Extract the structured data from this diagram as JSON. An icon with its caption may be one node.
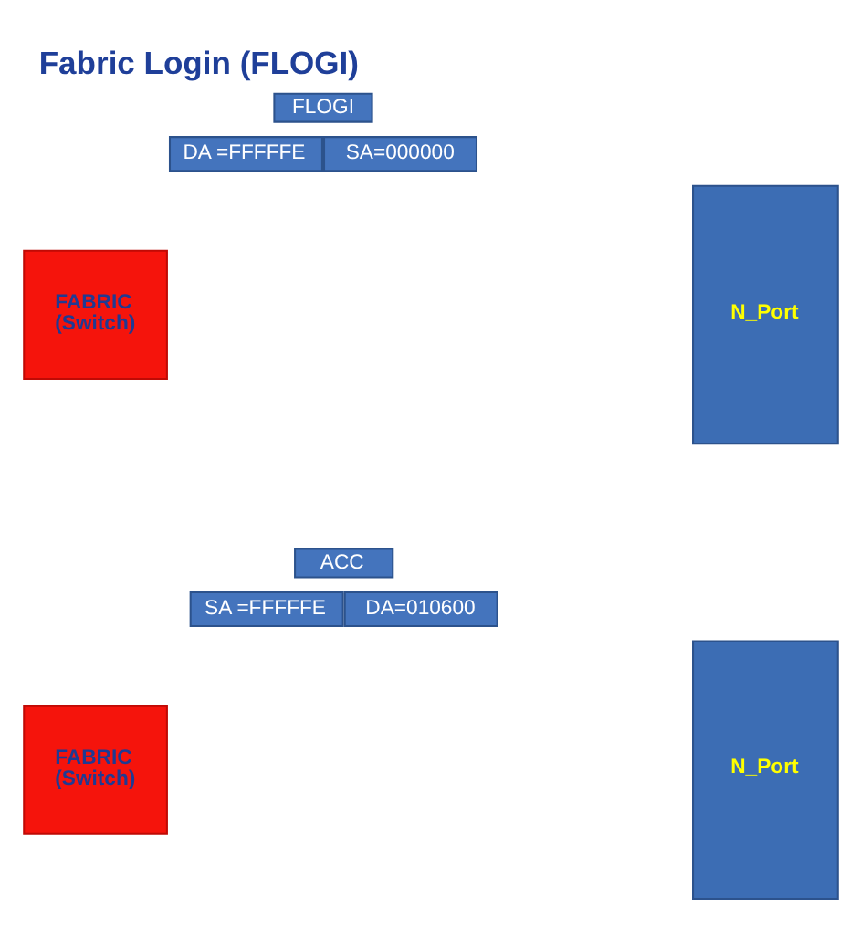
{
  "diagram": {
    "title": "Fabric Login (FLOGI)",
    "nodes": [
      {
        "text": [
          "FLOGI"
        ]
      },
      {
        "text": [
          "DA =FFFFFE"
        ]
      },
      {
        "text": [
          "SA=000000"
        ]
      },
      {
        "text": [
          "FABRIC (Switch)"
        ]
      },
      {
        "text": [
          "N_Port"
        ]
      },
      {
        "text": [
          "FABRIC (Switch)"
        ]
      },
      {
        "text": [
          "ACC"
        ]
      },
      {
        "text": [
          "SA =FFFFFE"
        ]
      },
      {
        "text": [
          "DA=010600"
        ]
      },
      {
        "text": [
          "N_Port"
        ]
      }
    ]
  }
}
